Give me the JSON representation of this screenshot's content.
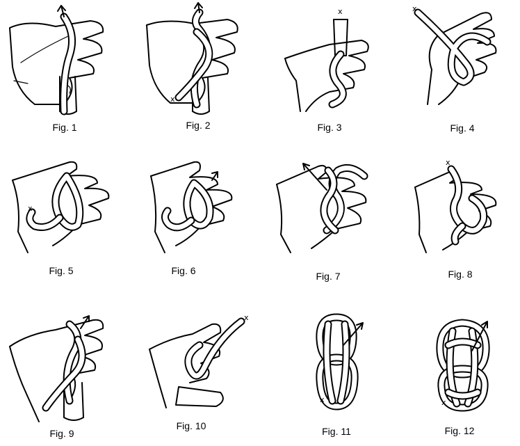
{
  "figures": [
    {
      "caption": "Fig. 1",
      "marker": "arrow"
    },
    {
      "caption": "Fig. 2",
      "marker": "arrow"
    },
    {
      "caption": "Fig. 3",
      "marker": "x"
    },
    {
      "caption": "Fig. 4",
      "marker": "x"
    },
    {
      "caption": "Fig. 5",
      "marker": "x"
    },
    {
      "caption": "Fig. 6",
      "marker": "arrow"
    },
    {
      "caption": "Fig. 7",
      "marker": "arrow"
    },
    {
      "caption": "Fig. 8",
      "marker": "x"
    },
    {
      "caption": "Fig. 9",
      "marker": "arrow"
    },
    {
      "caption": "Fig. 10",
      "marker": "x"
    },
    {
      "caption": "Fig. 11",
      "marker": "arrow"
    },
    {
      "caption": "Fig. 12",
      "marker": "arrow"
    }
  ]
}
